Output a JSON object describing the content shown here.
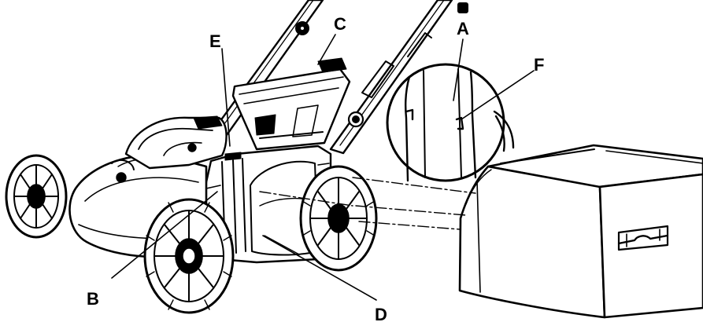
{
  "diagram": {
    "callouts": [
      {
        "id": "a",
        "text": "A"
      },
      {
        "id": "b",
        "text": "B"
      },
      {
        "id": "c",
        "text": "C"
      },
      {
        "id": "d",
        "text": "D"
      },
      {
        "id": "e",
        "text": "E"
      },
      {
        "id": "f",
        "text": "F"
      }
    ]
  },
  "colors": {
    "line": "#000000",
    "background": "#ffffff"
  }
}
